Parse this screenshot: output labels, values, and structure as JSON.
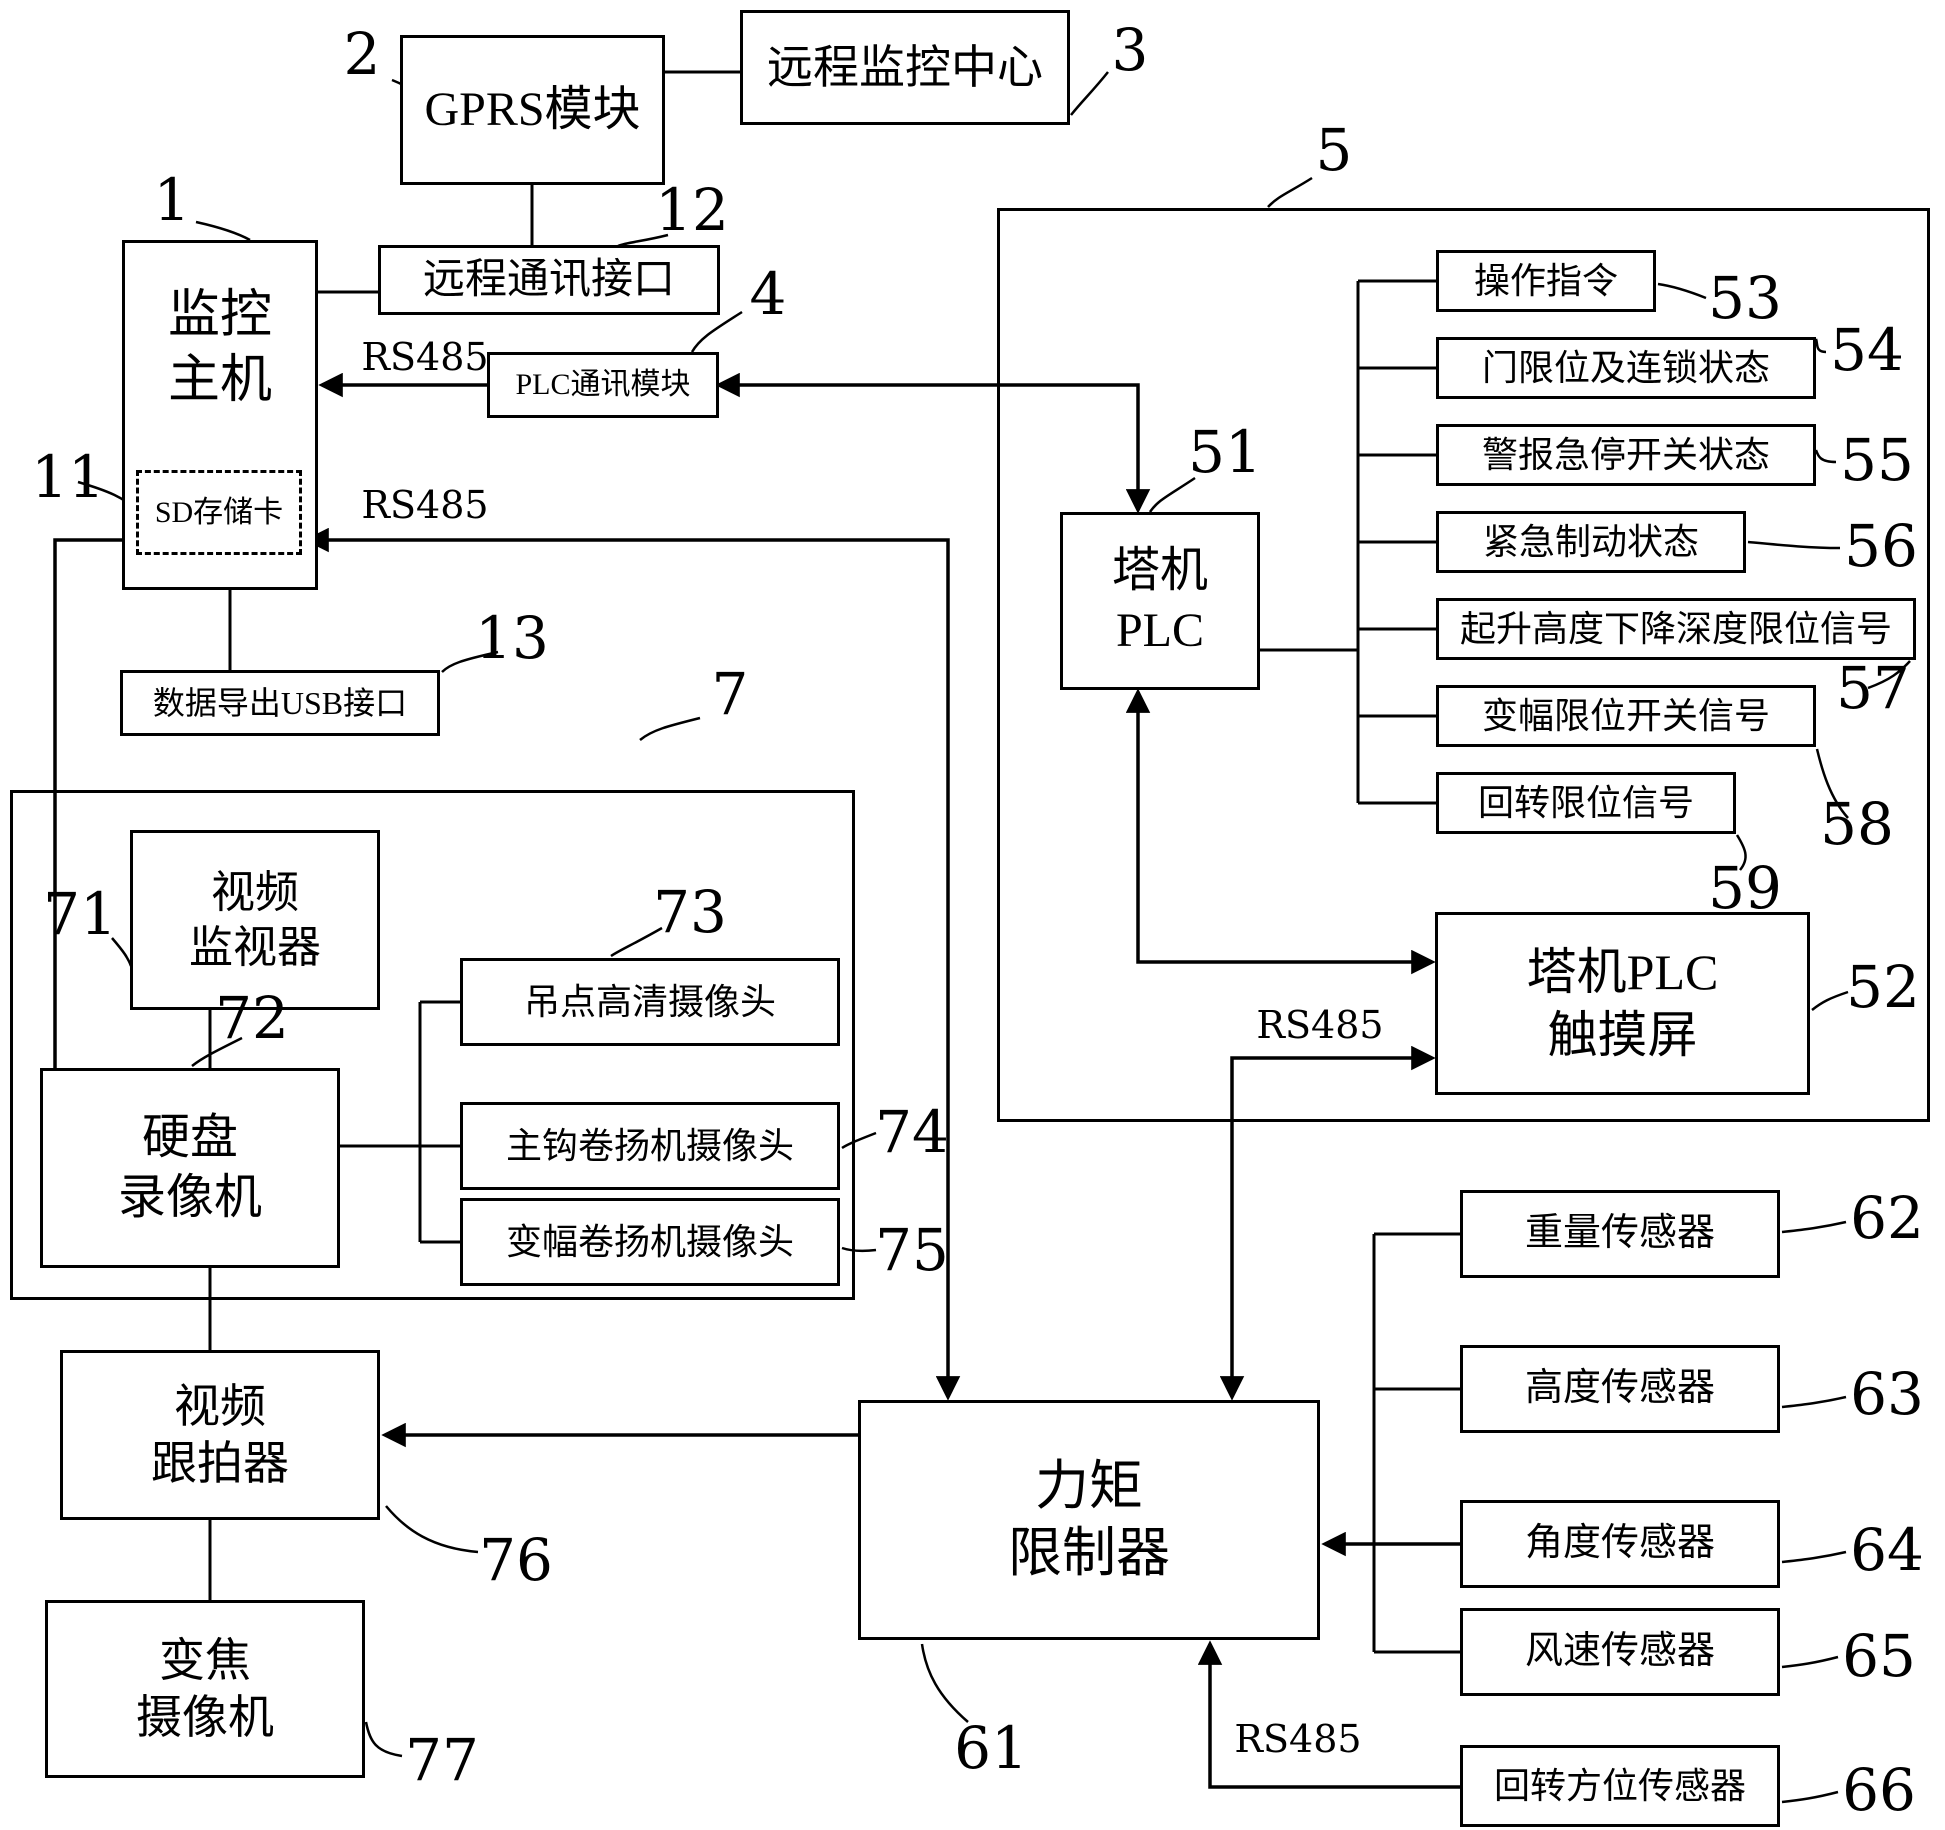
{
  "diagram_type": "patent-style block diagram of a tower-crane remote video monitoring system",
  "bus_label": "RS485",
  "blocks": {
    "monitor_host": {
      "ref": "1",
      "lines": [
        "监控",
        "主机"
      ]
    },
    "sd_card": {
      "ref": "11",
      "label": "SD存储卡"
    },
    "gprs": {
      "ref": "2",
      "label": "GPRS模块"
    },
    "remote_center": {
      "ref": "3",
      "label": "远程监控中心"
    },
    "remote_comm_port": {
      "ref": "12",
      "label": "远程通讯接口"
    },
    "plc_comm_module": {
      "ref": "4",
      "label": "PLC通讯模块"
    },
    "usb_export": {
      "ref": "13",
      "label": "数据导出USB接口"
    },
    "plc_box": {
      "ref": "5"
    },
    "tower_plc": {
      "ref": "51",
      "lines": [
        "塔机",
        "PLC"
      ]
    },
    "touch_screen": {
      "ref": "52",
      "lines": [
        "塔机PLC",
        "触摸屏"
      ]
    },
    "op_command": {
      "ref": "53",
      "label": "操作指令"
    },
    "door_limit": {
      "ref": "54",
      "label": "门限位及连锁状态"
    },
    "alarm_stop": {
      "ref": "55",
      "label": "警报急停开关状态"
    },
    "emergency_brake": {
      "ref": "56",
      "label": "紧急制动状态"
    },
    "hoist_limit": {
      "ref": "57",
      "label": "起升高度下降深度限位信号"
    },
    "luffing_limit": {
      "ref": "58",
      "label": "变幅限位开关信号"
    },
    "slewing_limit": {
      "ref": "59",
      "label": "回转限位信号"
    },
    "video_box": {
      "ref": "7"
    },
    "video_monitor": {
      "ref": "71",
      "lines": [
        "视频",
        "监视器"
      ]
    },
    "hdd_recorder": {
      "ref": "72",
      "lines": [
        "硬盘",
        "录像机"
      ]
    },
    "cam_hook": {
      "ref": "73",
      "label": "吊点高清摄像头"
    },
    "cam_main_winch": {
      "ref": "74",
      "label": "主钩卷扬机摄像头"
    },
    "cam_luff_winch": {
      "ref": "75",
      "label": "变幅卷扬机摄像头"
    },
    "video_tracker": {
      "ref": "76",
      "lines": [
        "视频",
        "跟拍器"
      ]
    },
    "zoom_camera": {
      "ref": "77",
      "lines": [
        "变焦",
        "摄像机"
      ]
    },
    "torque_limiter": {
      "ref": "61",
      "lines": [
        "力矩",
        "限制器"
      ]
    },
    "weight_sensor": {
      "ref": "62",
      "label": "重量传感器"
    },
    "height_sensor": {
      "ref": "63",
      "label": "高度传感器"
    },
    "angle_sensor": {
      "ref": "64",
      "label": "角度传感器"
    },
    "wind_sensor": {
      "ref": "65",
      "label": "风速传感器"
    },
    "slew_sensor": {
      "ref": "66",
      "label": "回转方位传感器"
    }
  }
}
